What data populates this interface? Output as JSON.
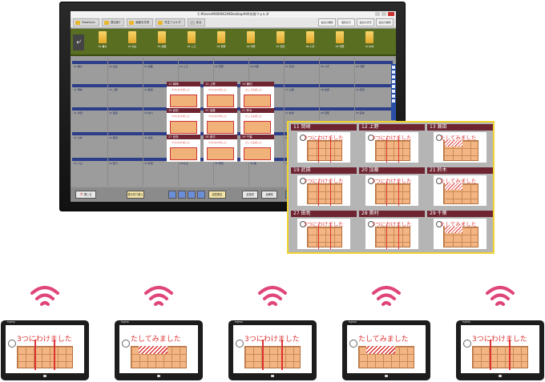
{
  "window": {
    "title": "C:¥Users¥0009424¥Desktop¥40名前フォルダ",
    "tabs": [
      "TableSync",
      "提出用1",
      "画面を共有",
      "先生フォルダ",
      "戻る"
    ],
    "right_buttons": [
      "提出の機能",
      "個別表示",
      "提出の状況",
      "提出の種類"
    ]
  },
  "folders": [
    "01 書木",
    "02 先生",
    "03 加藤",
    "04 入江",
    "05 菅野",
    "06 竹野",
    "07 高田",
    "08 小沢",
    "09 河野",
    "10 木村"
  ],
  "grid_rows": [
    {
      "labels": [
        "01 書木",
        "02 先生",
        "03 加藤",
        "04 入江",
        "05 菅野",
        "06 竹野",
        "07 高田",
        "08 小沢",
        "09 河野"
      ]
    },
    {
      "labels": [
        "11 岡崎",
        "12 上野",
        "13 兼田",
        "14 石川",
        "15 大塚",
        "16 木村",
        "17 山根",
        "18 吉田",
        "19 武田"
      ]
    },
    {
      "labels": [
        "21 内田",
        "22 稲垣",
        "23 吉川",
        "24 藤井",
        "25 中原",
        "26 北村",
        "27 坂本",
        "28 近藤",
        "29 宮本"
      ]
    },
    {
      "labels": [
        "31 今井",
        "32 森田",
        "33 坂井",
        "34 浅野",
        "35 大野",
        "36 安田",
        "37 前田",
        "38 原",
        "39 横山"
      ]
    },
    {
      "labels": [
        "41 小山",
        "42 西川",
        "43 松田",
        "44 杉山",
        "45 岡田",
        "46 森",
        "47 松本",
        "48 佐野",
        "49 福田"
      ]
    }
  ],
  "bottom": {
    "close": "閉じる",
    "show_all": "表示切り替え",
    "submit": "回答配信",
    "select_all": "全選択",
    "deselect": "全解除"
  },
  "zoom_cells": [
    {
      "label": "11 岡崎",
      "text": "3つにわけました",
      "kind": "three"
    },
    {
      "label": "12 上野",
      "text": "3つにわけました",
      "kind": "three"
    },
    {
      "label": "13 兼田",
      "text": "たしてみました",
      "kind": "hatch"
    },
    {
      "label": "19 武田",
      "text": "3つにわけました",
      "kind": "three"
    },
    {
      "label": "20 加藤",
      "text": "3つにわけました",
      "kind": "three"
    },
    {
      "label": "21 鈴木",
      "text": "たしてみました",
      "kind": "hatch"
    },
    {
      "label": "27 田島",
      "text": "3つにわけました",
      "kind": "three"
    },
    {
      "label": "28 奥村",
      "text": "3つにわけました",
      "kind": "three"
    },
    {
      "label": "29 千葉",
      "text": "たしてみました",
      "kind": "hatch"
    }
  ],
  "tablets": [
    {
      "text": "3つにわけました",
      "kind": "three",
      "brand": "FUJITSU"
    },
    {
      "text": "たしてみました",
      "kind": "hatch",
      "brand": "FUJITSU"
    },
    {
      "text": "3つにわけました",
      "kind": "three",
      "brand": "FUJITSU"
    },
    {
      "text": "たしてみました",
      "kind": "hatch",
      "brand": "FUJITSU"
    },
    {
      "text": "3つにわけました",
      "kind": "three",
      "brand": "FUJITSU"
    }
  ],
  "colors": {
    "accent_red": "#dd3333",
    "wifi_pink": "#e0457b",
    "zoom_border": "#f2d430",
    "header_maroon": "#6e2431"
  }
}
